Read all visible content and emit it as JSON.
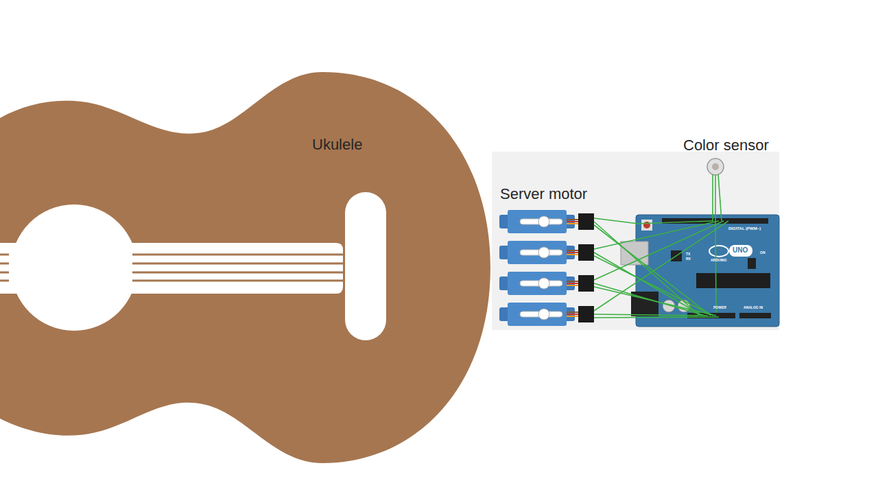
{
  "diagram": {
    "labels": [
      "Ukulele",
      "Server motor",
      "Color sensor",
      "DIGITAL (PWM~)",
      "UNO",
      "ARDUINO",
      "TX",
      "RX",
      "POWER",
      "ANALOG IN",
      "ON"
    ]
  }
}
